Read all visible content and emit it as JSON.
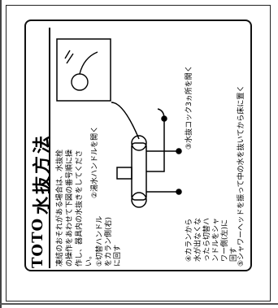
{
  "label": {
    "brand": "TOTO",
    "title": "水抜方法",
    "intro": "凍結のおそれがある場合は、水抜栓の操作をあわせて下図の番号順に操作し、器具内の水抜きをしてください。",
    "steps": [
      {
        "text": "①切替ハンドルをカラン側(右)に回す"
      },
      {
        "text": "②湯水ハンドルを開く"
      },
      {
        "text": "③水抜コック3ヵ所を開く"
      },
      {
        "text": "④カランから水が出なくなったら切替ハンドルをシャワー側(左)に回す"
      },
      {
        "text": "⑤シャワーヘッドを振って中の水を抜いてから床に置く"
      }
    ]
  },
  "colors": {
    "ink": "#000000",
    "paper": "#ffffff",
    "frame": "#222222"
  }
}
